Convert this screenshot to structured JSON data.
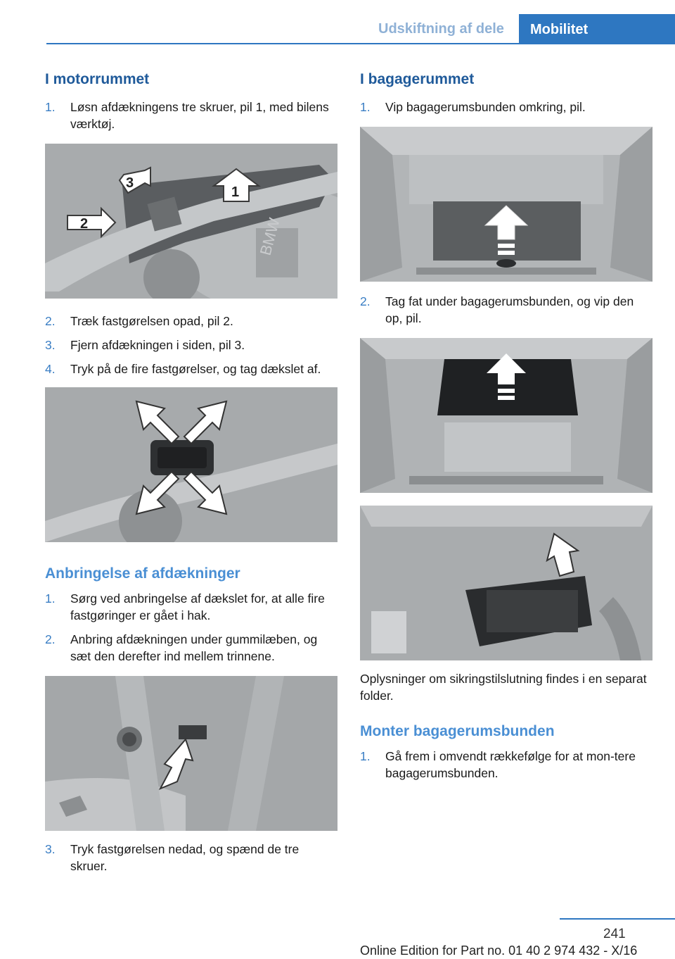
{
  "header": {
    "section": "Udskiftning af dele",
    "tab": "Mobilitet"
  },
  "left": {
    "title": "I motorrummet",
    "steps_a": [
      {
        "num": "1.",
        "text": "Løsn afdækningens tre skruer, pil 1, med bilens værktøj."
      }
    ],
    "fig1_labels": {
      "a": "1",
      "b": "2",
      "c": "3"
    },
    "steps_b": [
      {
        "num": "2.",
        "text": "Træk fastgørelsen opad, pil 2."
      },
      {
        "num": "3.",
        "text": "Fjern afdækningen i siden, pil 3."
      },
      {
        "num": "4.",
        "text": "Tryk på de fire fastgørelser, og tag dækslet af."
      }
    ],
    "subtitle": "Anbringelse af afdækninger",
    "steps_c": [
      {
        "num": "1.",
        "text": "Sørg ved anbringelse af dækslet for, at alle fire fastgøringer er gået i hak."
      },
      {
        "num": "2.",
        "text": "Anbring afdækningen under gummilæben, og sæt den derefter ind mellem trinnene."
      }
    ],
    "steps_d": [
      {
        "num": "3.",
        "text": "Tryk fastgørelsen nedad, og spænd de tre skruer."
      }
    ]
  },
  "right": {
    "title": "I bagagerummet",
    "steps_a": [
      {
        "num": "1.",
        "text": "Vip bagagerumsbunden omkring, pil."
      }
    ],
    "steps_b": [
      {
        "num": "2.",
        "text": "Tag fat under bagagerumsbunden, og vip den op, pil."
      }
    ],
    "note": "Oplysninger om sikringstilslutning findes i en separat folder.",
    "subtitle": "Monter bagagerumsbunden",
    "steps_c": [
      {
        "num": "1.",
        "text": "Gå frem i omvendt rækkefølge for at mon-tere bagagerumsbunden."
      }
    ]
  },
  "footer": {
    "page_number": "241",
    "edition": "Online Edition for Part no. 01 40 2 974 432 - X/16"
  },
  "icons": {
    "arrow": "arrow-icon"
  }
}
